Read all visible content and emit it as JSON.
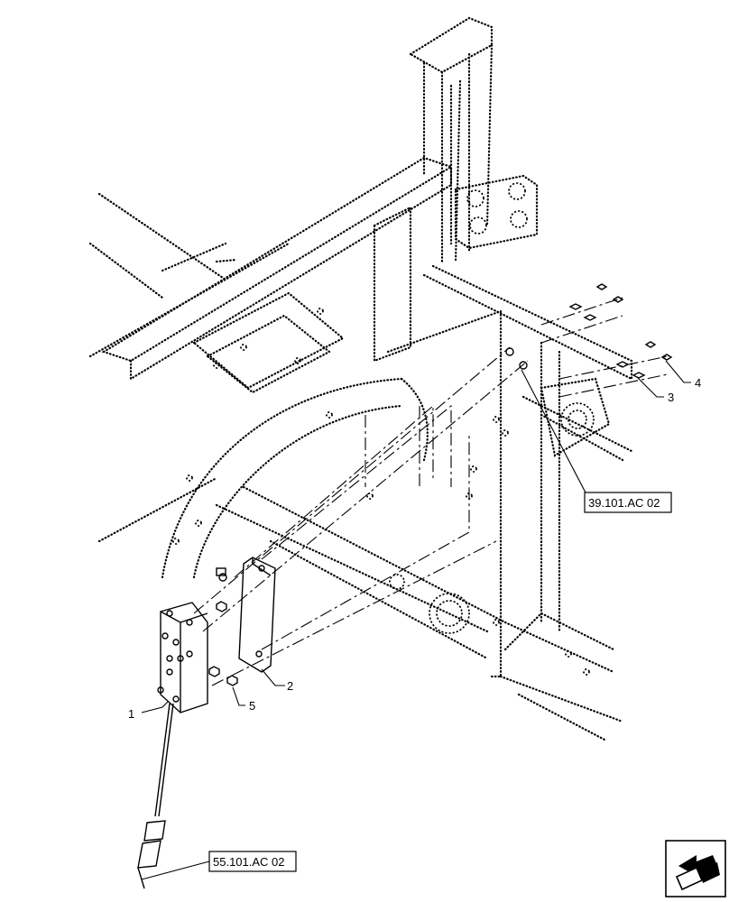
{
  "callouts": {
    "c1": "1",
    "c2": "2",
    "c3": "3",
    "c4": "4",
    "c5": "5"
  },
  "references": {
    "frame_ref": "39.101.AC 02",
    "harness_ref": "55.101.AC 02"
  },
  "nav_icon": "arrow-navigation-icon"
}
